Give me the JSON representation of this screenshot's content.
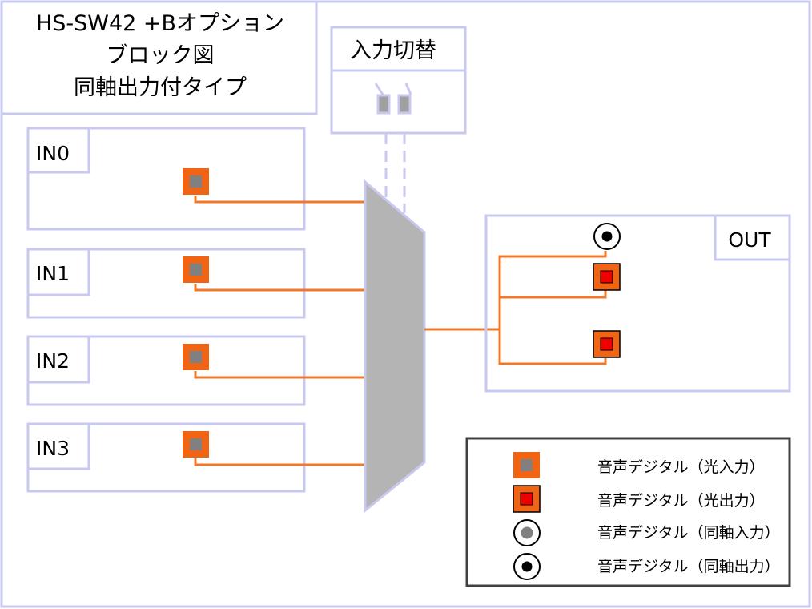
{
  "title": {
    "line1": "HS-SW42 +Bオプション",
    "line2": "ブロック図",
    "line3": "同軸出力付タイプ"
  },
  "switch_label": "入力切替",
  "inputs": [
    {
      "label": "IN0"
    },
    {
      "label": "IN1"
    },
    {
      "label": "IN2"
    },
    {
      "label": "IN3"
    }
  ],
  "output_label": "OUT",
  "legend": [
    {
      "icon": "optical-input-icon",
      "text": "音声デジタル（光入力）"
    },
    {
      "icon": "optical-output-icon",
      "text": "音声デジタル（光出力）"
    },
    {
      "icon": "coaxial-input-icon",
      "text": "音声デジタル（同軸入力）"
    },
    {
      "icon": "coaxial-output-icon",
      "text": "音声デジタル（同軸出力）"
    }
  ],
  "colors": {
    "frame": "#c8c8f0",
    "wire": "#f07828",
    "optical_fill": "#f06414",
    "optical_in_core": "#808080",
    "optical_out_core": "#f00000",
    "mux": "#b4b4b4"
  }
}
